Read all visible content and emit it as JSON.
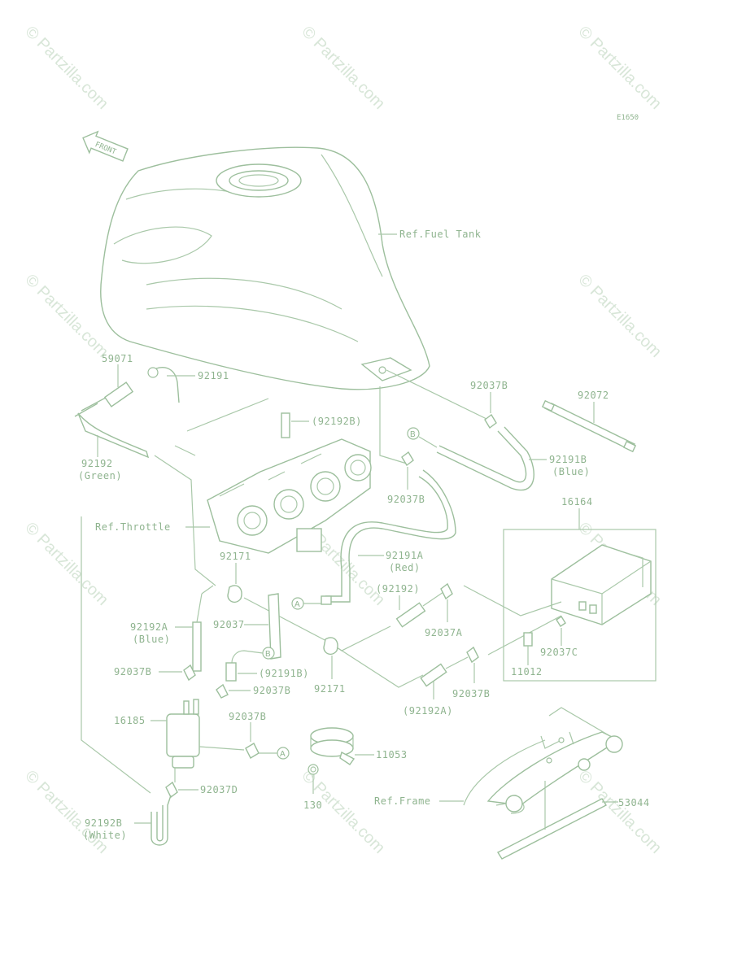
{
  "diagram_code": "E1650",
  "front_label": "FRONT",
  "watermark": "© Partzilla.com",
  "references": {
    "fuel_tank": "Ref.Fuel Tank",
    "throttle": "Ref.Throttle",
    "frame": "Ref.Frame"
  },
  "callouts": {
    "a1": "A",
    "a2": "A",
    "b1": "B",
    "b2": "B"
  },
  "parts": {
    "p59071": "59071",
    "p92191": "92191",
    "p92192b_paren": "(92192B)",
    "p92192": "92192",
    "p92192_color": "(Green)",
    "p92037b_1": "92037B",
    "p92072": "92072",
    "p92191b": "92191B",
    "p92191b_color": "(Blue)",
    "p92037b_2": "92037B",
    "p16164": "16164",
    "p92171_1": "92171",
    "p92191a": "92191A",
    "p92191a_color": "(Red)",
    "p92192_paren": "(92192)",
    "p92192a": "92192A",
    "p92192a_color": "(Blue)",
    "p92037": "92037",
    "p92037a": "92037A",
    "p92037c": "92037C",
    "p11012": "11012",
    "p92037b_3": "92037B",
    "p92191b_paren": "(92191B)",
    "p92037b_4": "92037B",
    "p92171_2": "92171",
    "p92037b_5": "92037B",
    "p92192a_paren": "(92192A)",
    "p16185": "16185",
    "p92037b_6": "92037B",
    "p11053": "11053",
    "p92037d": "92037D",
    "p130": "130",
    "p53044": "53044",
    "p92192b": "92192B",
    "p92192b_color": "(White)"
  }
}
